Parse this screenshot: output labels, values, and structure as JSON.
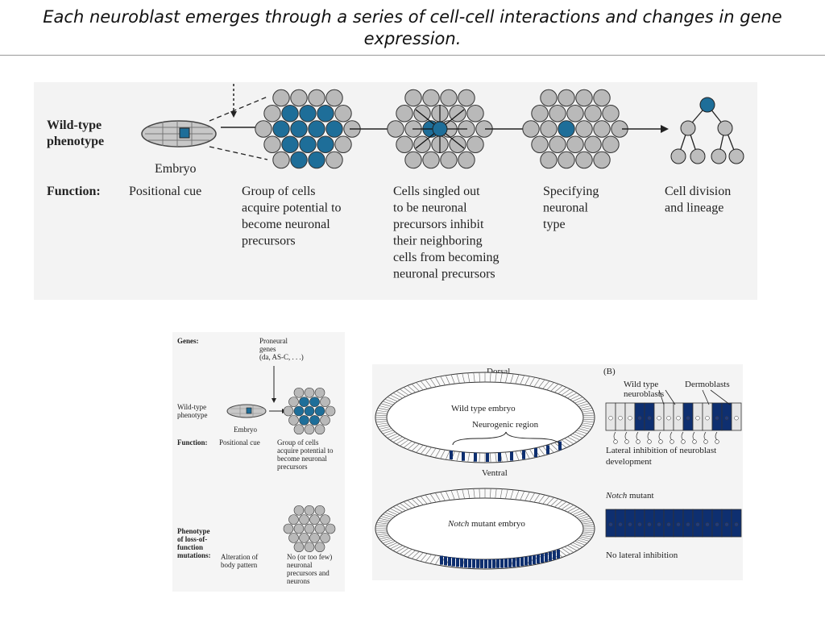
{
  "slide": {
    "title": "Each neuroblast emerges through a series of cell-cell interactions and changes in gene expression."
  },
  "top_figure": {
    "row_label_line1": "Wild-type",
    "row_label_line2": "phenotype",
    "function_label": "Function:",
    "embryo_label": "Embryo",
    "steps": [
      {
        "lines": [
          "Positional cue"
        ]
      },
      {
        "lines": [
          "Group of cells",
          "acquire potential to",
          "become neuronal",
          "precursors"
        ]
      },
      {
        "lines": [
          "Cells singled out",
          "to be neuronal",
          "precursors inhibit",
          "their  neighboring",
          "cells  from becoming",
          "neuronal precursors"
        ]
      },
      {
        "lines": [
          "Specifying",
          "neuronal",
          "type"
        ]
      },
      {
        "lines": [
          "Cell division",
          "and lineage"
        ]
      }
    ]
  },
  "bottom_left_figure": {
    "genes_label": "Genes:",
    "proneural_lines": [
      "Proneural",
      "genes",
      "(da, AS-C, . . .)"
    ],
    "wild_type_lines": [
      "Wild-type",
      "phenotype"
    ],
    "embryo_label": "Embryo",
    "function_label": "Function:",
    "positional_cue": "Positional cue",
    "group_lines": [
      "Group of cells",
      "acquire potential to",
      "become neuronal",
      "precursors"
    ],
    "phenotype_lines": [
      "Phenotype",
      "of loss-of-",
      "function",
      "mutations:"
    ],
    "alteration_lines": [
      "Alteration of",
      "body pattern"
    ],
    "no_precursor_lines": [
      "No (or too few)",
      "neuronal",
      "precursors and",
      "neurons"
    ]
  },
  "bottom_right_figure": {
    "dorsal": "Dorsal",
    "ventral": "Ventral",
    "wild_type_embryo": "Wild type embryo",
    "neurogenic_region": "Neurogenic region",
    "panel_b": "(B)",
    "wild_type_neuroblasts_lines": [
      "Wild type",
      "neuroblasts"
    ],
    "dermoblasts": "Dermoblasts",
    "lateral_inhibition_lines": [
      "Lateral inhibition of neuroblast",
      "development"
    ],
    "notch_italic": "Notch",
    "mutant_suffix": " mutant",
    "notch_embryo_suffix": " mutant embryo",
    "no_lateral_inhibition": "No lateral inhibition"
  },
  "colors": {
    "teal": "#1e6e99",
    "navy": "#0e2f70",
    "cell_gray": "#b9b9b9",
    "panel_bg": "#f3f3f3"
  }
}
